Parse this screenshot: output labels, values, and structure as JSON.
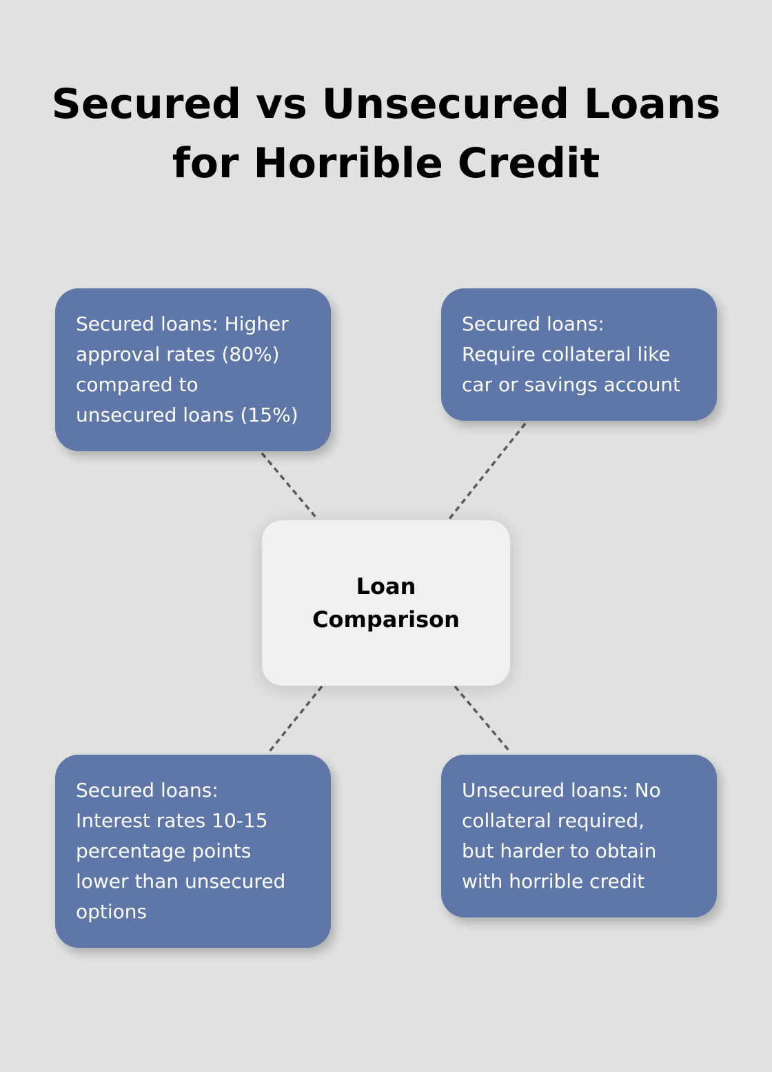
{
  "title": {
    "lines": [
      "Secured vs Unsecured Loans",
      "for Horrible Credit"
    ]
  },
  "center": {
    "lines": [
      "Loan",
      "Comparison"
    ]
  },
  "boxes": [
    {
      "lines": [
        "Secured loans: Higher",
        "approval rates (80%)",
        "compared to",
        "unsecured loans (15%)"
      ]
    },
    {
      "lines": [
        "Secured loans:",
        "Require collateral like",
        "car or savings account"
      ]
    },
    {
      "lines": [
        "Secured loans:",
        "Interest rates 10-15",
        "percentage points",
        "lower than unsecured",
        "options"
      ]
    },
    {
      "lines": [
        "Unsecured loans: No",
        "collateral required,",
        "but harder to obtain",
        "with horrible credit"
      ]
    }
  ],
  "colors": {
    "background": "#e0e2e1",
    "box": "#5e77a8",
    "center": "#eff0f2",
    "connector": "#5a5a5a"
  }
}
